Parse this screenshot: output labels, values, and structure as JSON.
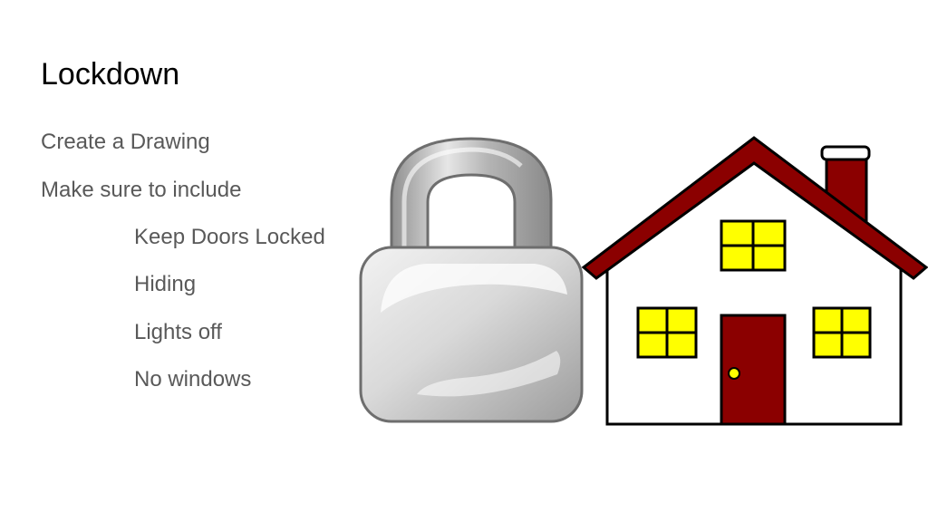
{
  "slide": {
    "title": "Lockdown",
    "bullets": [
      {
        "text": "Create a Drawing",
        "level": 1
      },
      {
        "text": "Make sure to include",
        "level": 1
      },
      {
        "text": "Keep Doors Locked",
        "level": 2
      },
      {
        "text": "Hiding",
        "level": 2
      },
      {
        "text": "Lights off",
        "level": 2
      },
      {
        "text": "No windows",
        "level": 2
      }
    ]
  },
  "images": {
    "padlock": {
      "icon": "padlock-icon"
    },
    "house": {
      "icon": "house-icon",
      "colors": {
        "roof": "#8b0000",
        "windows": "#ffff00",
        "door": "#8b0000",
        "walls": "#ffffff"
      }
    }
  },
  "colors": {
    "title": "#000000",
    "body_text": "#595959",
    "background": "#ffffff"
  }
}
